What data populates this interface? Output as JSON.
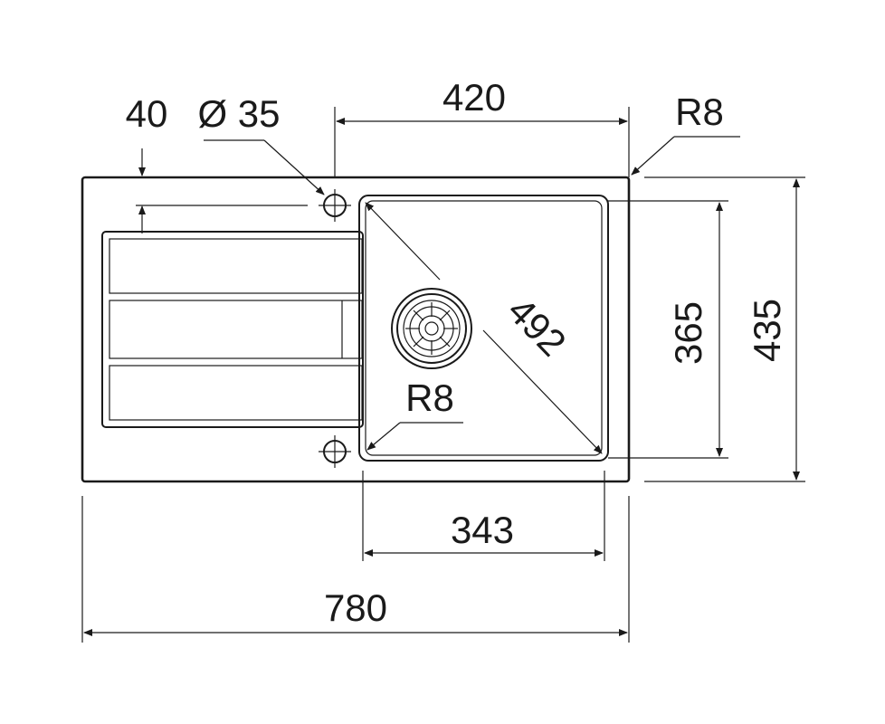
{
  "drawing": {
    "dimensions": {
      "drain_offset": "40",
      "tap_hole_diameter": "Ø 35",
      "bowl_width": "420",
      "outer_corner_radius": "R8",
      "bowl_diagonal": "492",
      "bowl_depth": "365",
      "overall_depth": "435",
      "bowl_corner_radius": "R8",
      "bowl_inner_width": "343",
      "overall_width": "780"
    },
    "colors": {
      "ink": "#1a1a1a",
      "background": "#ffffff"
    }
  }
}
